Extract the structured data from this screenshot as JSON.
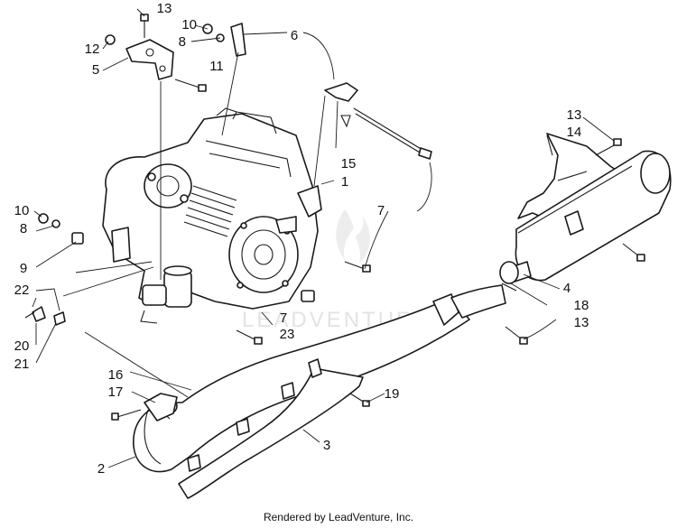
{
  "callouts": {
    "c13a": "13",
    "c10a": "10",
    "c8a": "8",
    "c6": "6",
    "c12": "12",
    "c5": "5",
    "c11": "11",
    "c15": "15",
    "c1": "1",
    "c7a": "7",
    "c13b": "13",
    "c14": "14",
    "c10b": "10",
    "c8b": "8",
    "c9": "9",
    "c22": "22",
    "c20": "20",
    "c21": "21",
    "c4": "4",
    "c18": "18",
    "c13c": "13",
    "c7b": "7",
    "c23": "23",
    "c16": "16",
    "c17": "17",
    "c19": "19",
    "c3": "3",
    "c2": "2"
  },
  "watermark": "LEADVENTURE",
  "footer": "Rendered by LeadVenture, Inc.",
  "colors": {
    "line": "#1a1a1a",
    "background": "#ffffff",
    "watermark": "#e3e3e3"
  }
}
